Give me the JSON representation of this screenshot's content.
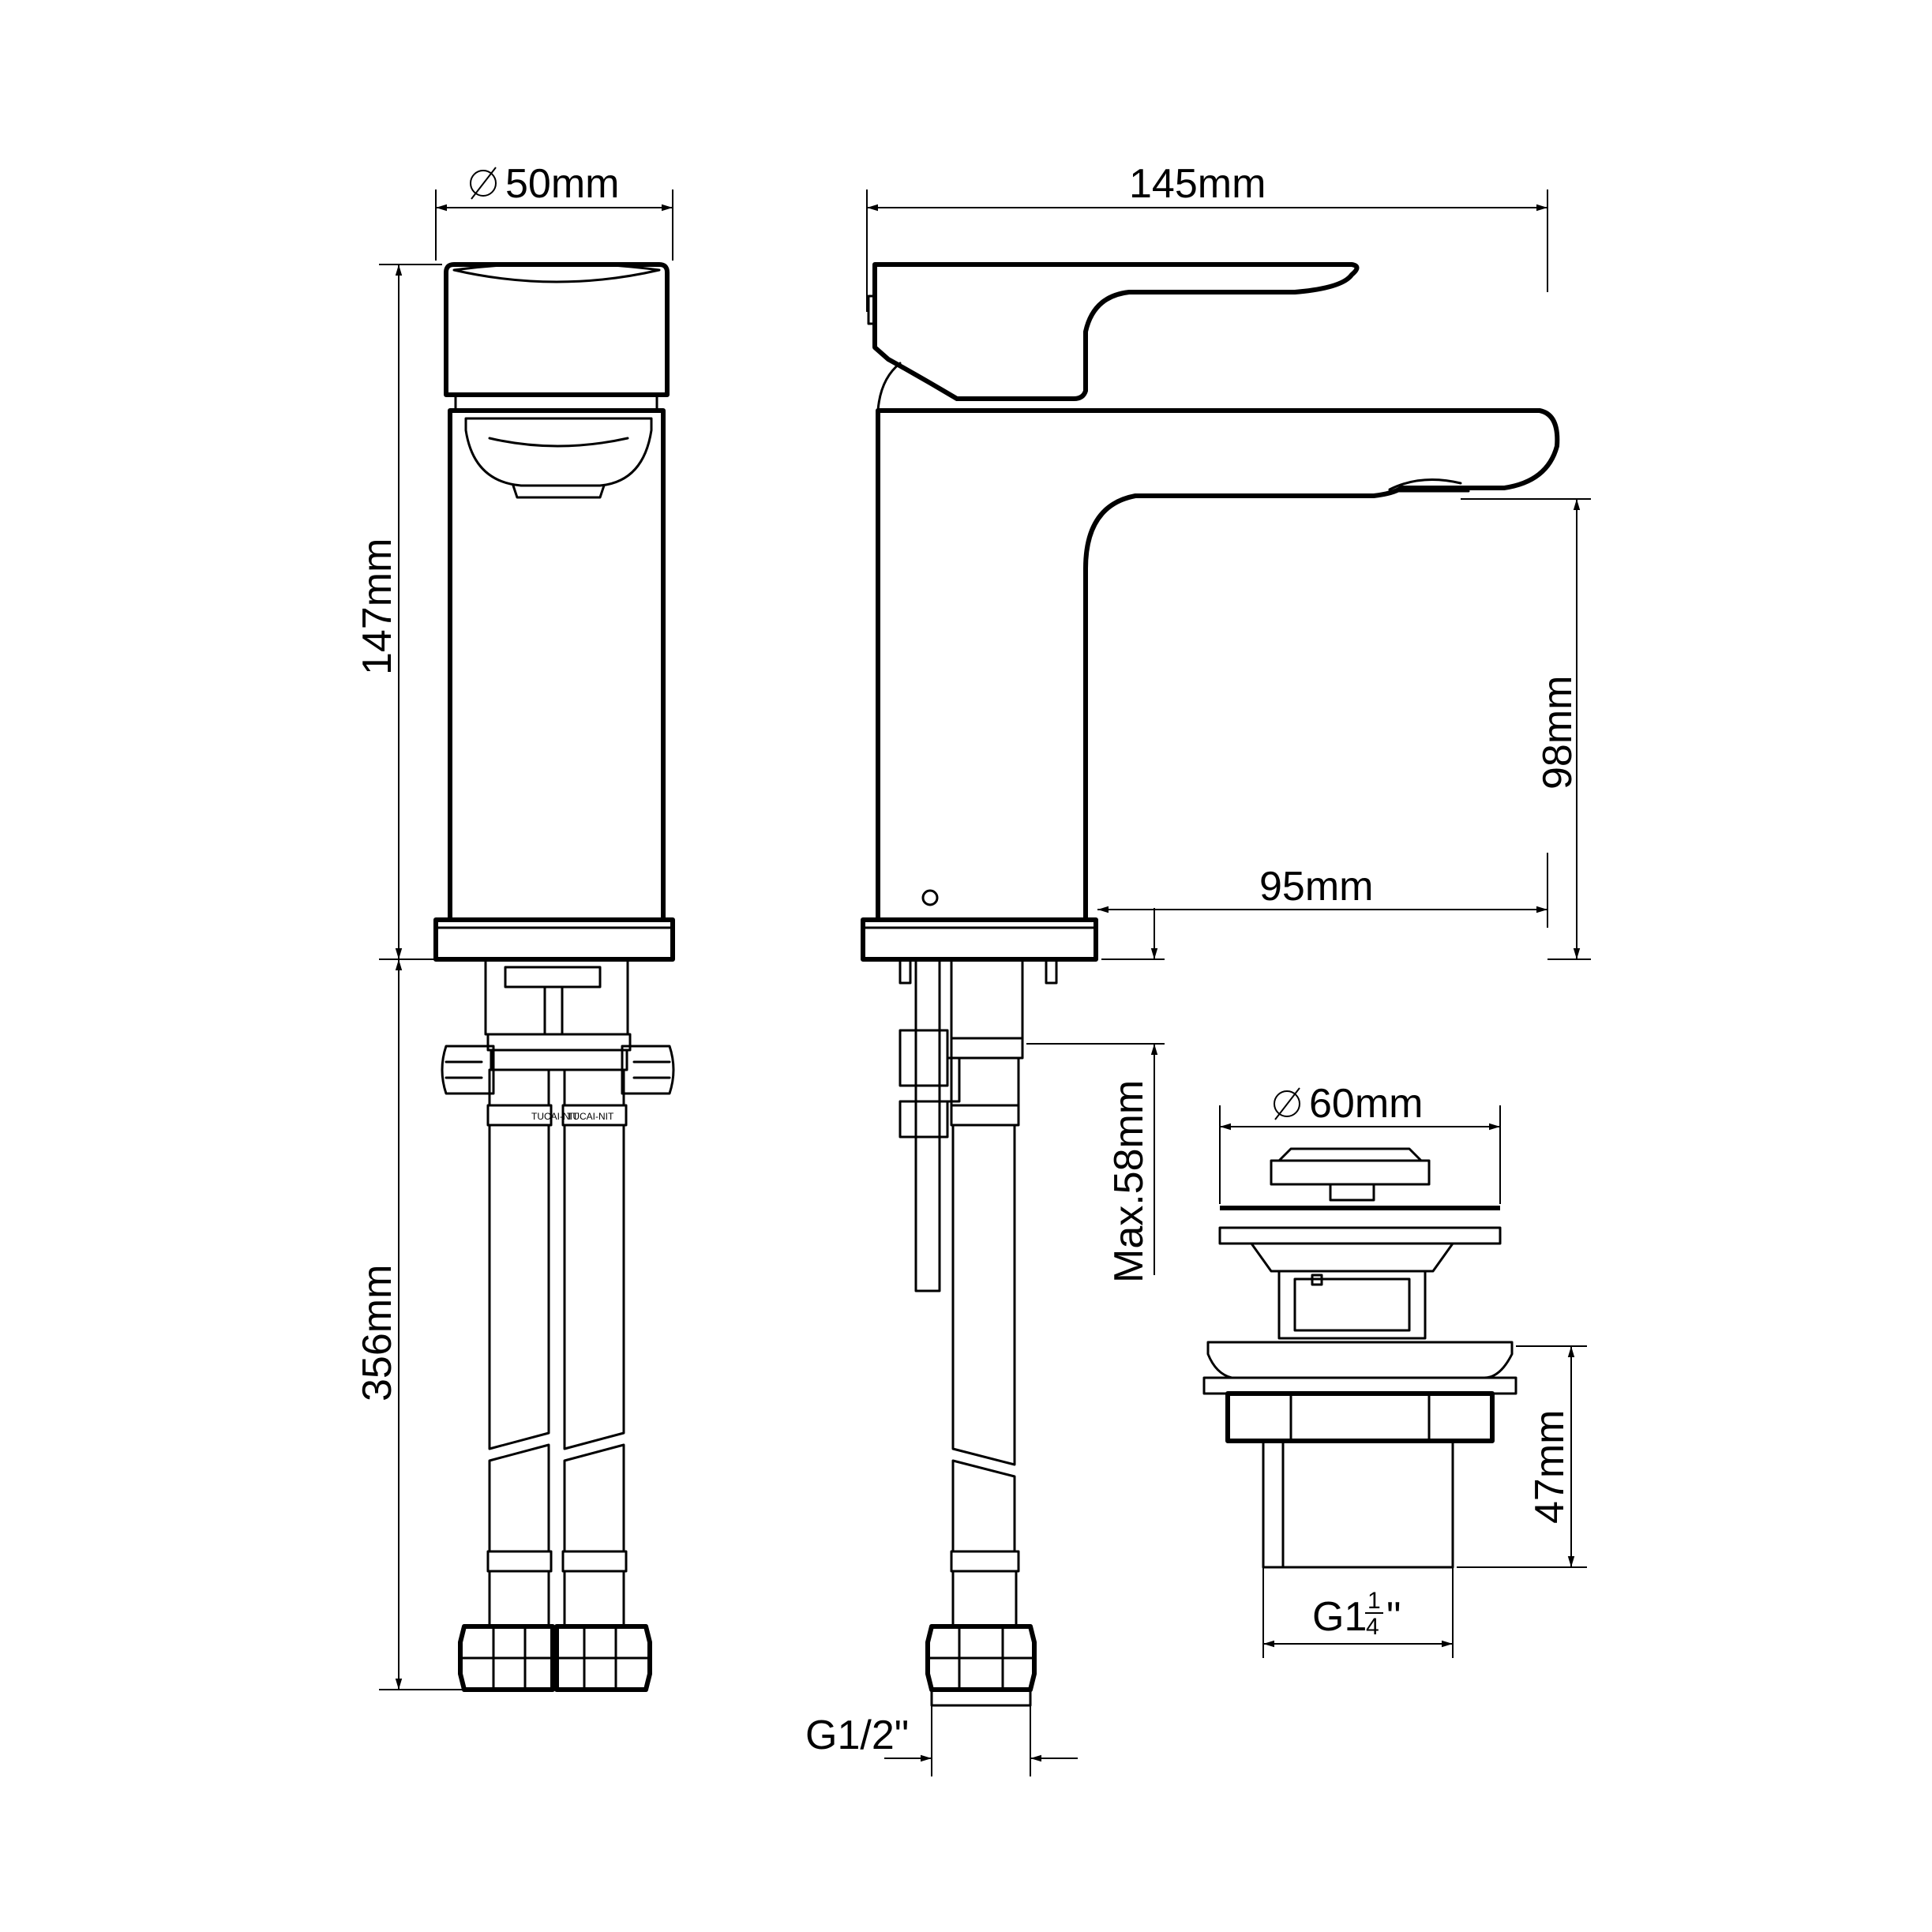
{
  "labels": {
    "diameter_faucet": "50mm",
    "width_faucet": "145mm",
    "height_faucet": "147mm",
    "spout_height": "98mm",
    "spout_reach": "95mm",
    "deck_thickness": "Max.58mm",
    "hose_length": "356mm",
    "thread_hose": "G1/2\"",
    "diameter_drain": "60mm",
    "drain_height": "47mm",
    "thread_drain_prefix": "G1",
    "thread_drain_num": "1",
    "thread_drain_den": "4",
    "thread_drain_suffix": "\""
  },
  "hose_print": {
    "left": "TUCAI-NIT",
    "left_alt": "TUCAI-NIT"
  },
  "colors": {
    "line": "#000000",
    "background": "#ffffff"
  },
  "icons": {
    "diameter_symbol": "diameter-icon"
  }
}
